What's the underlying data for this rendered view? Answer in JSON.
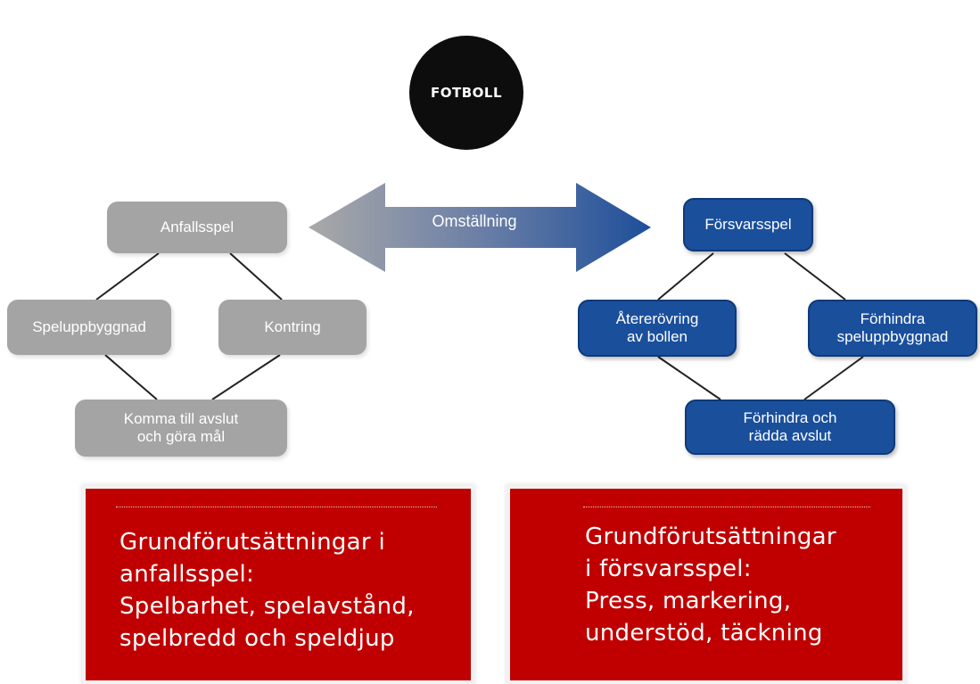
{
  "center": {
    "label": "FOTBOLL"
  },
  "transition": {
    "label": "Omställning"
  },
  "attack": {
    "main": "Anfallsspel",
    "left": "Speluppbyggnad",
    "right": "Kontring",
    "bottom_lines": [
      "Komma till avslut",
      "och göra mål"
    ]
  },
  "defense": {
    "main": "Försvarsspel",
    "left_lines": [
      "Återerövring",
      "av bollen"
    ],
    "right_lines": [
      "Förhindra",
      "speluppbyggnad"
    ],
    "bottom_lines": [
      "Förhindra och",
      "rädda avslut"
    ]
  },
  "attack_box": {
    "lines": [
      "Grundförutsättningar i",
      "anfallsspel:",
      "Spelbarhet, spelavstånd,",
      "spelbredd och speldjup"
    ]
  },
  "defense_box": {
    "lines": [
      "Grundförutsättningar",
      "i försvarsspel:",
      "Press, markering,",
      "understöd, täckning"
    ]
  },
  "colors": {
    "attack_node": "#a4a4a4",
    "defense_node": "#1a4f9c",
    "info_box": "#c00000",
    "center_circle": "#0d0d0d"
  }
}
